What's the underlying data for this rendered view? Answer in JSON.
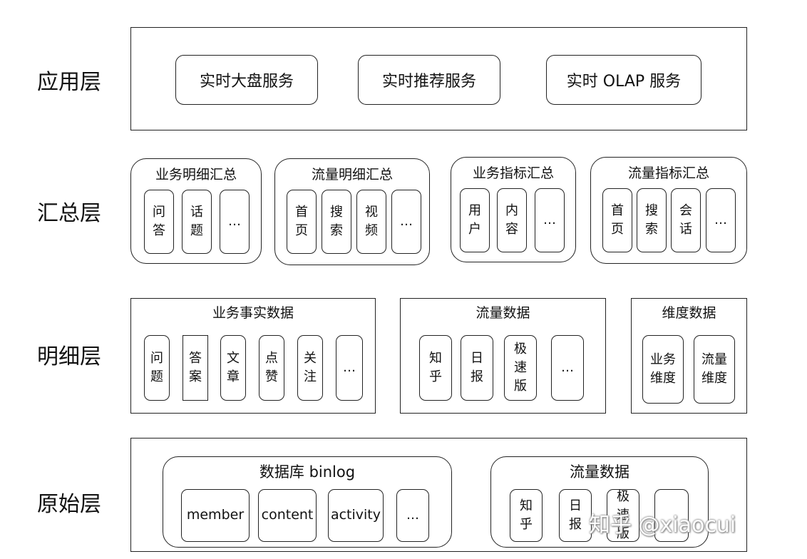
{
  "layers": {
    "application": "应用层",
    "summary": "汇总层",
    "detail": "明细层",
    "raw": "原始层"
  },
  "application": {
    "services": [
      "实时大盘服务",
      "实时推荐服务",
      "实时 OLAP 服务"
    ]
  },
  "summary": {
    "groups": [
      {
        "title": "业务明细汇总",
        "items": [
          "问\n答",
          "话\n题",
          "…"
        ]
      },
      {
        "title": "流量明细汇总",
        "items": [
          "首\n页",
          "搜\n索",
          "视\n频",
          "…"
        ]
      },
      {
        "title": "业务指标汇总",
        "items": [
          "用\n户",
          "内\n容",
          "…"
        ]
      },
      {
        "title": "流量指标汇总",
        "items": [
          "首\n页",
          "搜\n索",
          "会\n话",
          "…"
        ]
      }
    ]
  },
  "detail": {
    "groups": [
      {
        "title": "业务事实数据",
        "items": [
          "问\n题",
          "答\n案",
          "文\n章",
          "点\n赞",
          "关\n注",
          "…"
        ]
      },
      {
        "title": "流量数据",
        "items": [
          "知\n乎",
          "日\n报",
          "极\n速\n版",
          "…"
        ]
      },
      {
        "title": "维度数据",
        "items": [
          "业务\n维度",
          "流量\n维度"
        ]
      }
    ]
  },
  "raw": {
    "groups": [
      {
        "title": "数据库 binlog",
        "items": [
          "member",
          "content",
          "activity",
          "…"
        ]
      },
      {
        "title": "流量数据",
        "items": [
          "知\n乎",
          "日\n报",
          "极\n速\n版",
          ""
        ]
      }
    ]
  },
  "watermark": "知乎 @xiaocui"
}
